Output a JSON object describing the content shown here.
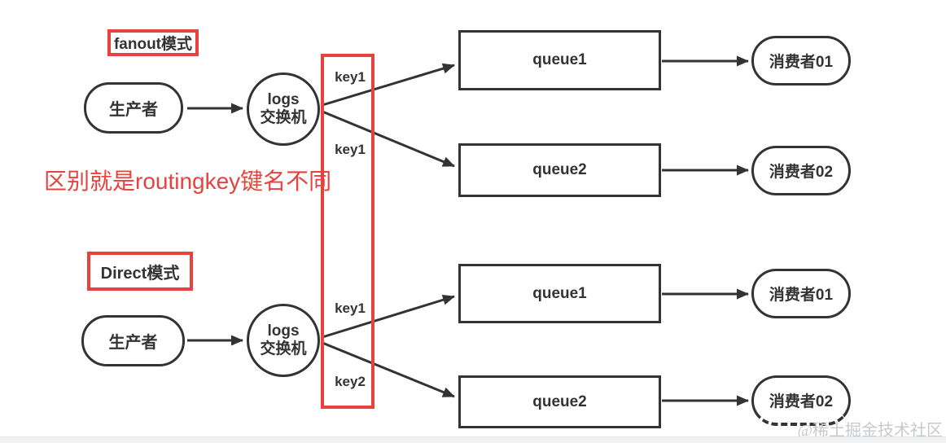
{
  "colors": {
    "accent_red": "#e8423e",
    "stroke_dark": "#333333",
    "watermark_gray": "#c7c9cb",
    "footer_bar": "#f1f2f3"
  },
  "annotation": {
    "note": "区别就是routingkey键名不同"
  },
  "watermark": {
    "text": "@稀土掘金技术社区"
  },
  "sections": [
    {
      "mode_label": "fanout模式",
      "producer_label": "生产者",
      "exchange_name": "logs",
      "exchange_type": "交换机",
      "routing_keys": [
        "key1",
        "key1"
      ],
      "queues": [
        "queue1",
        "queue2"
      ],
      "consumers": [
        "消费者01",
        "消费者02"
      ]
    },
    {
      "mode_label": "Direct模式",
      "producer_label": "生产者",
      "exchange_name": "logs",
      "exchange_type": "交换机",
      "routing_keys": [
        "key1",
        "key2"
      ],
      "queues": [
        "queue1",
        "queue2"
      ],
      "consumers": [
        "消费者01",
        "消费者02"
      ]
    }
  ]
}
